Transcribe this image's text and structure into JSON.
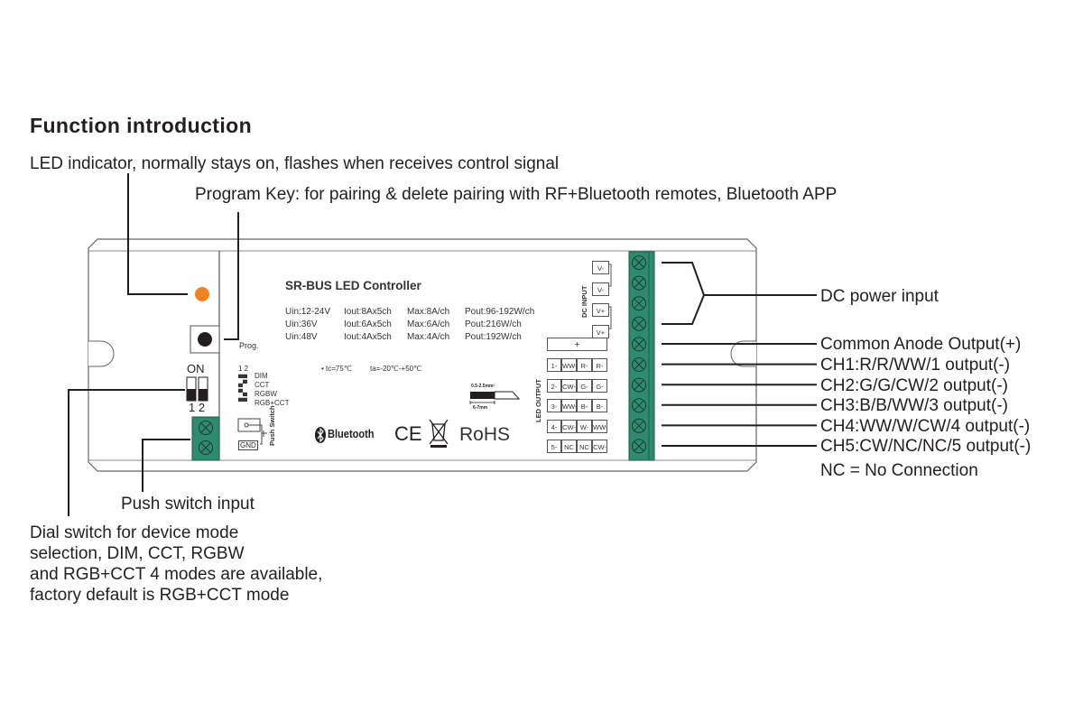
{
  "title": "Function introduction",
  "callouts": {
    "led_indicator": "LED indicator, normally stays on, flashes when receives control signal",
    "program_key": "Program Key: for pairing & delete pairing with RF+Bluetooth remotes, Bluetooth APP",
    "dc_power_input": "DC power input",
    "common_anode": "Common Anode Output(+)",
    "ch1": "CH1:R/R/WW/1 output(-)",
    "ch2": "CH2:G/G/CW/2 output(-)",
    "ch3": "CH3:B/B/WW/3 output(-)",
    "ch4": "CH4:WW/W/CW/4 output(-)",
    "ch5": "CH5:CW/NC/NC/5 output(-)",
    "nc_note": "NC = No Connection",
    "push_switch_input": "Push switch input",
    "dial_switch_lines": [
      "Dial switch for device mode",
      "selection, DIM, CCT, RGBW",
      "and RGB+CCT 4 modes are available,",
      "factory default is RGB+CCT mode"
    ]
  },
  "device": {
    "name": "SR-BUS LED Controller",
    "specs": [
      [
        "Uin:12-24V",
        "Iout:8Ax5ch",
        "Max:8A/ch",
        "Pout:96-192W/ch"
      ],
      [
        "Uin:36V",
        "Iout:6Ax5ch",
        "Max:6A/ch",
        "Pout:216W/ch"
      ],
      [
        "Uin:48V",
        "Iout:4Ax5ch",
        "Max:4A/ch",
        "Pout:192W/ch"
      ]
    ],
    "tc": "• tc=75℃",
    "ta": "ta=-20℃-+50℃",
    "prog_label": "Prog.",
    "dip_on_label": "ON",
    "dip_numbers": "1 2",
    "mode_header": "1 2",
    "modes": [
      "DIM",
      "CCT",
      "RGBW",
      "RGB+CCT"
    ],
    "push_switch_label": "Push Switch",
    "gnd_label": "GND",
    "wire_gauge": "0.5-2.5mm²",
    "strip_length": "6-7mm",
    "bluetooth_label": "Bluetooth",
    "ce_label": "CE",
    "rohs_label": "RoHS",
    "dc_input_label": "DC INPUT",
    "dc_terminals": [
      "V-",
      "V-",
      "V+",
      "V+"
    ],
    "led_output_label": "LED OUTPUT",
    "plus_label": "+",
    "output_rows": [
      [
        "1-",
        "WW-",
        "R-",
        "R-"
      ],
      [
        "2-",
        "CW-",
        "G-",
        "G-"
      ],
      [
        "3-",
        "WW-",
        "B-",
        "B-"
      ],
      [
        "4-",
        "CW-",
        "W-",
        "WW-"
      ],
      [
        "5-",
        "NC",
        "NC",
        "CW-"
      ]
    ]
  },
  "colors": {
    "led": "#f58220",
    "terminal": "#2e8b6f",
    "line": "#231f20"
  }
}
